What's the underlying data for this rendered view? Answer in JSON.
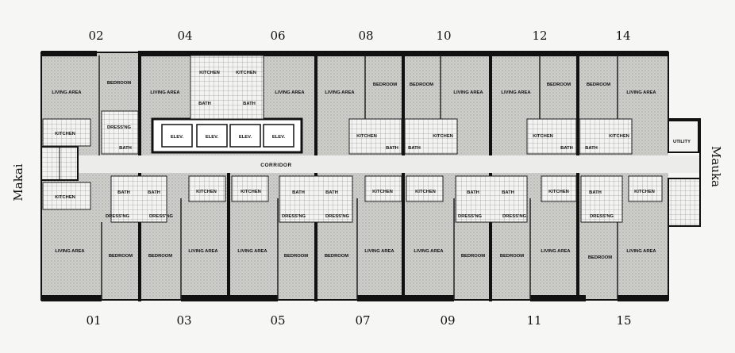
{
  "sides": {
    "left": "Makai",
    "right": "Mauka"
  },
  "corridor": "CORRIDOR",
  "utility": "UTILITY",
  "top_units": [
    "02",
    "04",
    "06",
    "08",
    "10",
    "12",
    "14"
  ],
  "bottom_units": [
    "01",
    "03",
    "05",
    "07",
    "09",
    "11",
    "15"
  ],
  "room_labels": {
    "living": "LIVING AREA",
    "bedroom": "BEDROOM",
    "kitchen": "KITCHEN",
    "bath": "BATH",
    "dressing": "DRESS'NG",
    "elev": "ELEV."
  },
  "colors": {
    "wall": "#111111",
    "floor": "#c9c9c6",
    "corridor": "#ebebea",
    "paper": "#f6f6f4"
  }
}
